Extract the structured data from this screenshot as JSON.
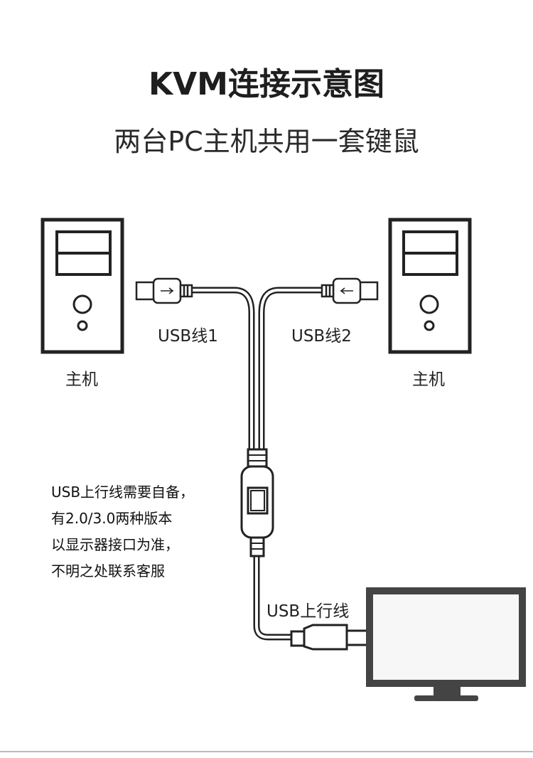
{
  "title": "KVM连接示意图",
  "subtitle": "两台PC主机共用一套键鼠",
  "pc_left_label": "主机",
  "pc_right_label": "主机",
  "usb1_label": "USB线1",
  "usb2_label": "USB线2",
  "uplink_label": "USB上行线",
  "note_lines": [
    "USB上行线需要自备，",
    "有2.0/3.0两种版本",
    "以显示器接口为准，",
    "不明之处联系客服"
  ]
}
